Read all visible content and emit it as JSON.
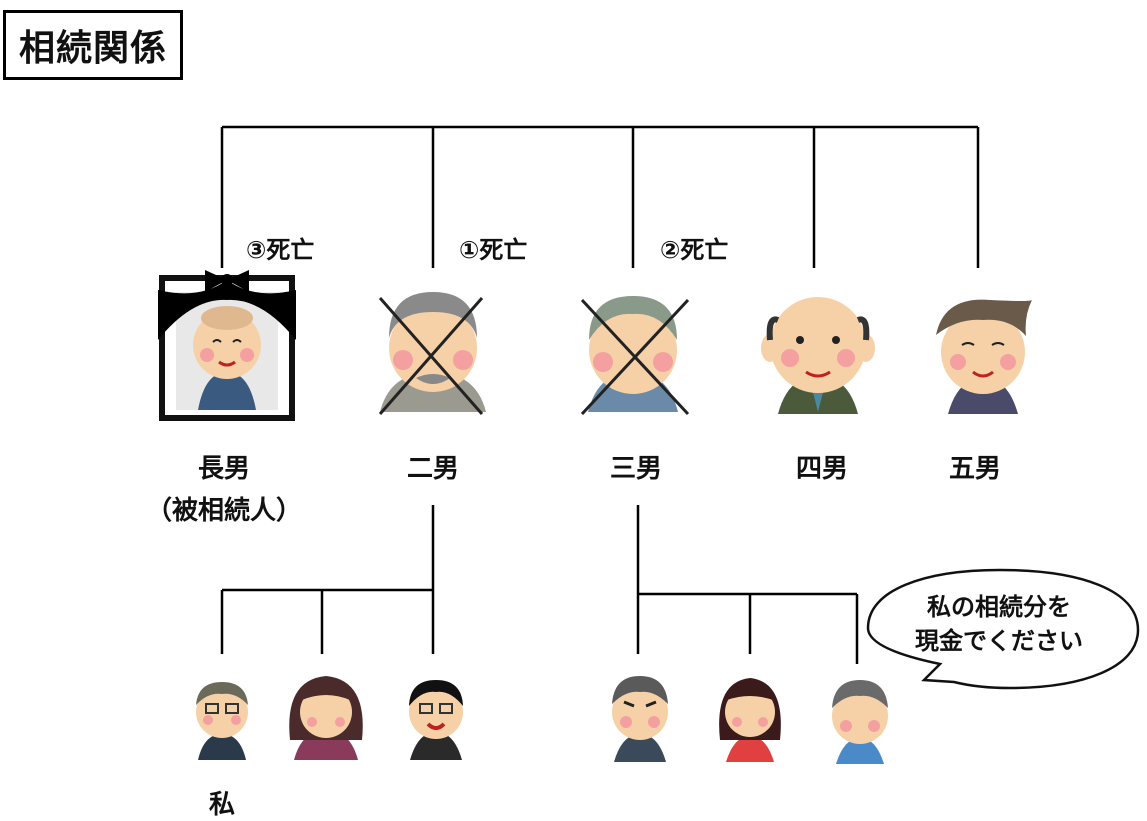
{
  "title": "相続関係",
  "death_marks": {
    "first": "①死亡",
    "second": "②死亡",
    "third": "③死亡"
  },
  "people": {
    "eldest": {
      "label": "長男",
      "sublabel": "（被相続人）"
    },
    "second": {
      "label": "二男"
    },
    "third": {
      "label": "三男"
    },
    "fourth": {
      "label": "四男"
    },
    "fifth": {
      "label": "五男"
    },
    "me": {
      "label": "私"
    }
  },
  "speech_bubble": {
    "line1": "私の相続分を",
    "line2": "現金でください"
  }
}
